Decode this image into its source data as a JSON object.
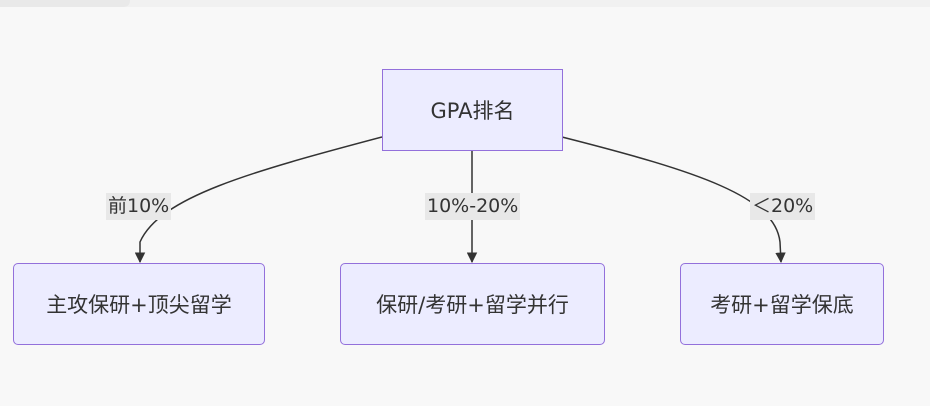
{
  "diagram": {
    "root": {
      "label": "GPA排名"
    },
    "branches": [
      {
        "edge_label": "前10%",
        "target": "主攻保研+顶尖留学"
      },
      {
        "edge_label": "10%-20%",
        "target": "保研/考研+留学并行"
      },
      {
        "edge_label": "＜20%",
        "target": "考研+留学保底"
      }
    ]
  },
  "colors": {
    "node_fill": "#ececff",
    "node_border": "#9370db",
    "edge": "#333333",
    "label_bg": "#e8e8e8",
    "background": "#f8f8f8"
  }
}
